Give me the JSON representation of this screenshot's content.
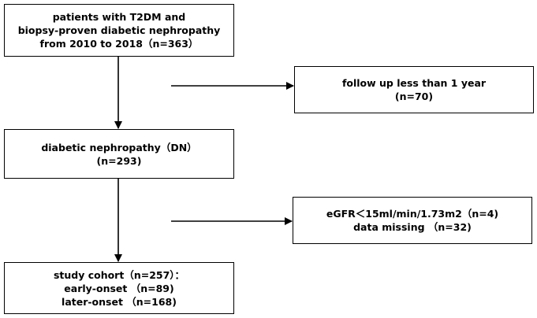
{
  "flowchart": {
    "patients_box": {
      "lines": [
        "patients with T2DM and",
        "biopsy-proven diabetic nephropathy",
        "from 2010 to 2018（n=363）"
      ]
    },
    "followup_box": {
      "lines": [
        "follow up less than 1 year",
        "(n=70)"
      ]
    },
    "dn_box": {
      "lines": [
        "diabetic nephropathy（DN）",
        "(n=293)"
      ]
    },
    "egfr_box": {
      "lines": [
        "eGFR＜15ml/min/1.73m2（n=4)",
        "data missing （n=32)"
      ]
    },
    "cohort_box": {
      "lines": [
        "study cohort（n=257）：",
        "early-onset （n=89)",
        "later-onset （n=168)"
      ]
    }
  },
  "colors": {
    "stroke": "#000000",
    "background": "#ffffff"
  }
}
